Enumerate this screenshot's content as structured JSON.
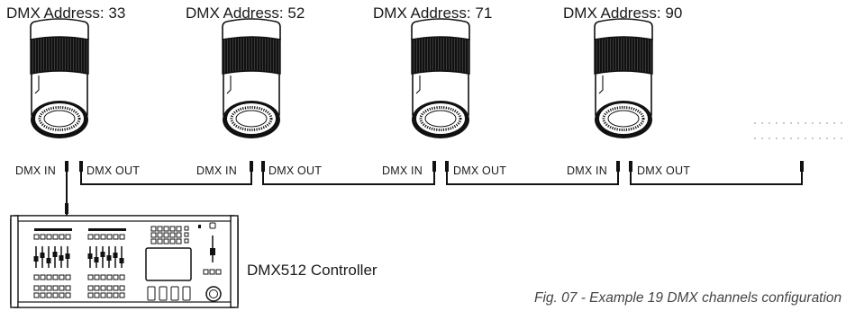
{
  "fixtures": [
    {
      "address_label": "DMX Address: 33",
      "in_label": "DMX IN",
      "out_label": "DMX OUT"
    },
    {
      "address_label": "DMX Address: 52",
      "in_label": "DMX IN",
      "out_label": "DMX OUT"
    },
    {
      "address_label": "DMX Address: 71",
      "in_label": "DMX IN",
      "out_label": "DMX OUT"
    },
    {
      "address_label": "DMX Address: 90",
      "in_label": "DMX IN",
      "out_label": "DMX OUT"
    }
  ],
  "controller": {
    "label": "DMX512 Controller"
  },
  "caption": "Fig. 07 - Example 19 DMX channels configuration",
  "colors": {
    "line": "#1a1a1a",
    "caption": "#444444"
  }
}
